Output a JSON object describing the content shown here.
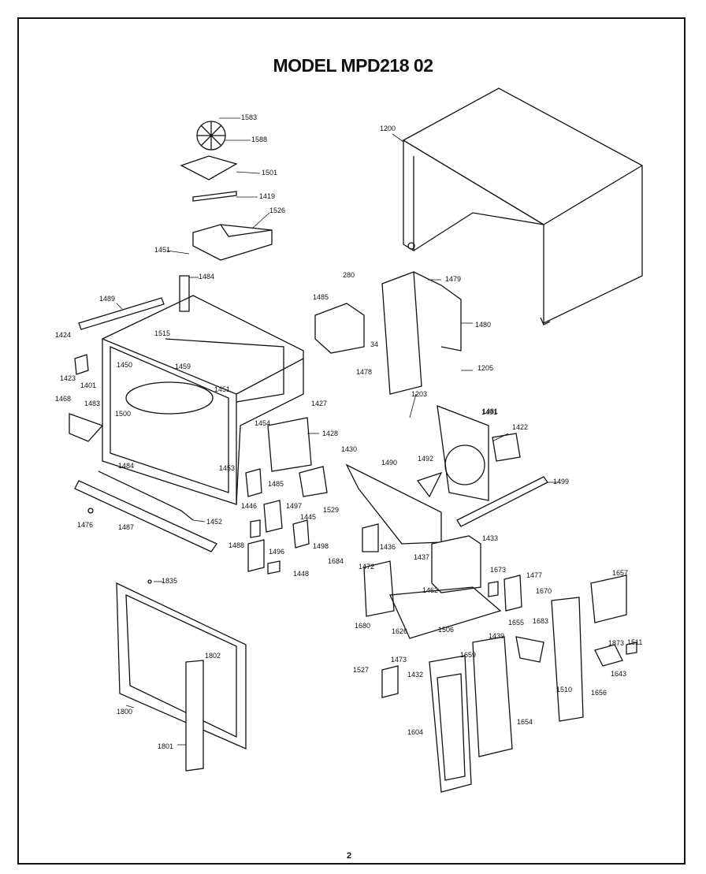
{
  "title": "MODEL MPD218  02",
  "page_number": "2",
  "colors": {
    "ink": "#111111",
    "paper": "#ffffff"
  },
  "labels": [
    "1583",
    "1588",
    "1501",
    "1419",
    "1526",
    "1451",
    "1200",
    "1484",
    "1489",
    "280",
    "1479",
    "1485",
    "34",
    "1480",
    "1478",
    "1481",
    "1205",
    "1203",
    "1424",
    "1423",
    "1401",
    "1515",
    "1459",
    "1450",
    "1451",
    "1500",
    "1427",
    "1454",
    "1428",
    "1430",
    "1468",
    "1483",
    "1484",
    "1453",
    "1485",
    "1446",
    "1497",
    "1529",
    "1490",
    "1492",
    "1491",
    "1422",
    "1499",
    "1476",
    "1487",
    "1452",
    "1445",
    "1488",
    "1496",
    "1498",
    "1448",
    "1684",
    "1436",
    "1437",
    "1472",
    "1433",
    "1673",
    "1477",
    "1657",
    "1835",
    "1670",
    "1462",
    "1680",
    "1626",
    "1506",
    "1439",
    "1683",
    "1655",
    "1511",
    "1802",
    "1473",
    "1659",
    "1873",
    "1643",
    "1527",
    "1432",
    "1510",
    "1656",
    "1800",
    "1604",
    "1654",
    "1801"
  ]
}
